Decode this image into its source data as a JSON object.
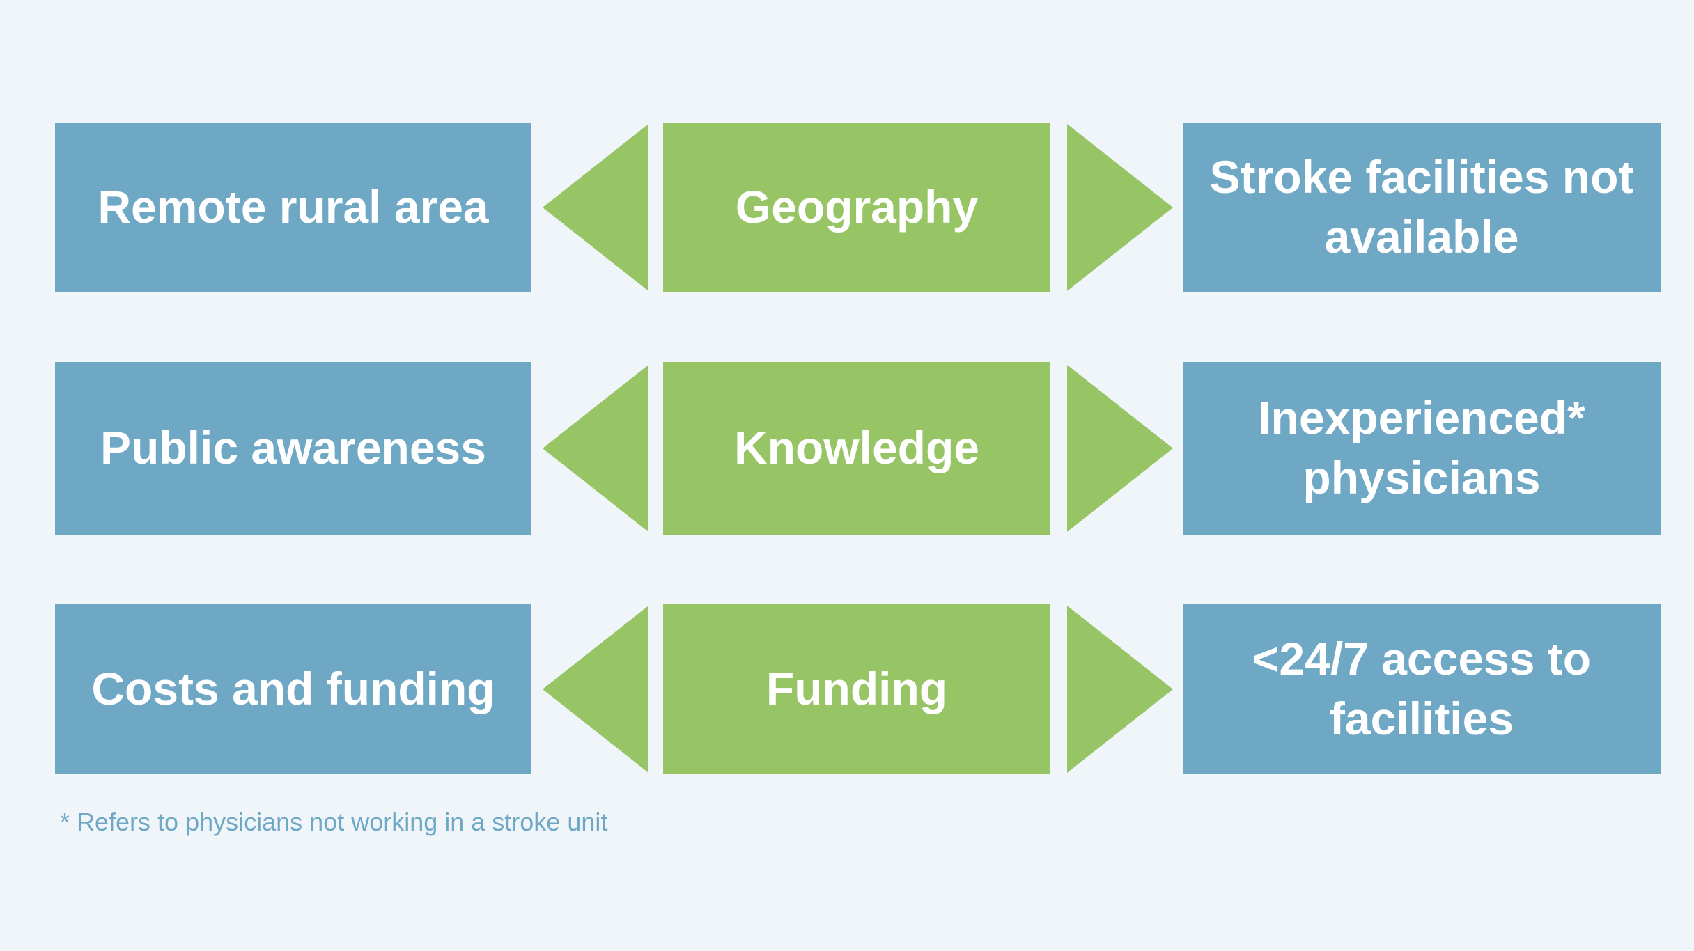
{
  "rows": [
    {
      "left": "Remote rural area",
      "center": "Geography",
      "right": "Stroke facilities not available"
    },
    {
      "left": "Public awareness",
      "center": "Knowledge",
      "right": "Inexperienced* physicians"
    },
    {
      "left": "Costs and funding",
      "center": "Funding",
      "right": "<24/7 access to facilities"
    }
  ],
  "footnote": "* Refers to physicians not working in a stroke unit",
  "colors": {
    "background": "#eff5f9",
    "blue_box": "#6fa8c5",
    "green_box": "#97c565",
    "text": "#ffffff"
  }
}
